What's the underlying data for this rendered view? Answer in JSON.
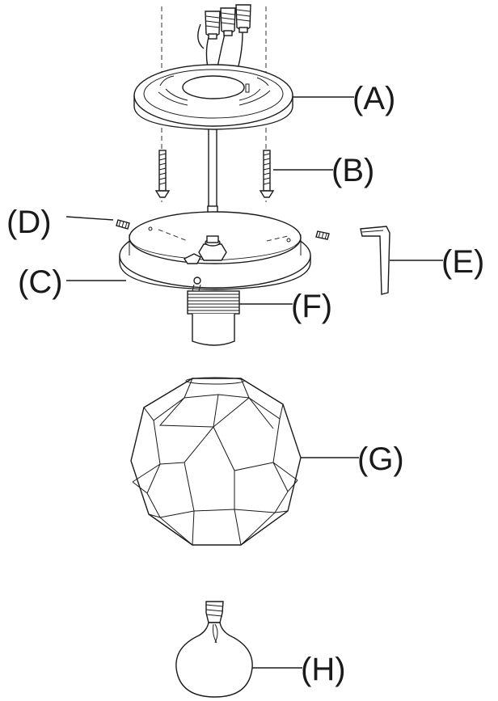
{
  "parts": [
    {
      "id": "A",
      "label": "(A)",
      "name": "canopy"
    },
    {
      "id": "B",
      "label": "(B)",
      "name": "mounting-screw"
    },
    {
      "id": "C",
      "label": "(C)",
      "name": "shade-holder-ring"
    },
    {
      "id": "D",
      "label": "(D)",
      "name": "set-screw"
    },
    {
      "id": "E",
      "label": "(E)",
      "name": "hex-key"
    },
    {
      "id": "F",
      "label": "(F)",
      "name": "socket"
    },
    {
      "id": "G",
      "label": "(G)",
      "name": "faceted-glass-shade"
    },
    {
      "id": "H",
      "label": "(H)",
      "name": "globe-bulb"
    }
  ],
  "colors": {
    "line": "#1a1a1a",
    "background": "#ffffff"
  }
}
